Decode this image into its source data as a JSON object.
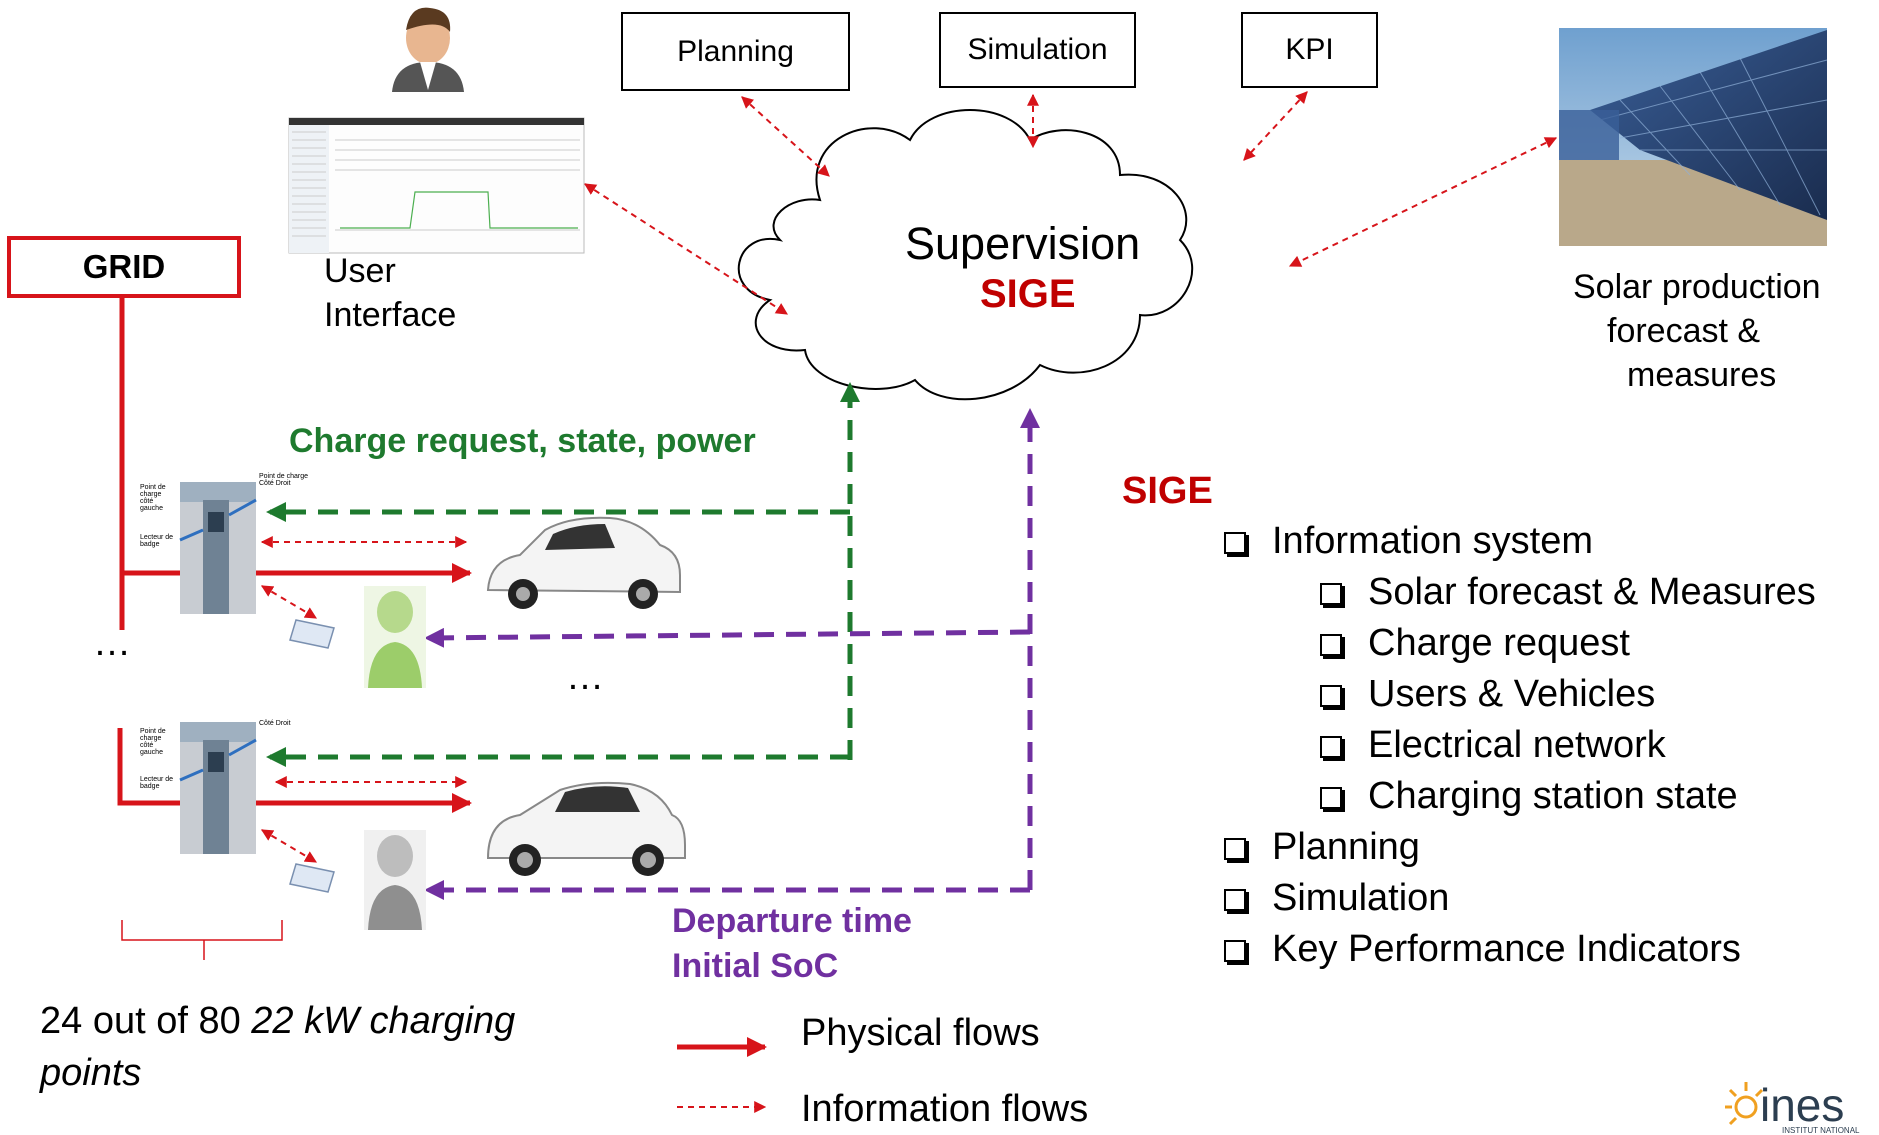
{
  "boxes": {
    "planning": "Planning",
    "simulation": "Simulation",
    "kpi": "KPI",
    "grid": "GRID"
  },
  "cloud": {
    "line1": "Supervision",
    "line2": "SIGE"
  },
  "user_interface": {
    "line1": "User",
    "line2": "Interface"
  },
  "solar": {
    "line1": "Solar production",
    "line2": "forecast &",
    "line3": "measures"
  },
  "flows": {
    "charge_request": "Charge request, state, power",
    "departure_line1": "Departure time",
    "departure_line2": "Initial SoC"
  },
  "station_labels": {
    "left_point": "Point de charge côté gauche",
    "right_point_top": "Point de charge Côté Droit",
    "right_point_bottom": "Côté Droit",
    "badge_reader": "Lecteur de badge"
  },
  "ellipsis_left": "…",
  "ellipsis_mid": "…",
  "charging_points": {
    "part1": "24 out of 80 ",
    "part2": "22 kW charging",
    "part3": "points"
  },
  "legend": {
    "physical": "Physical flows",
    "information": "Information flows"
  },
  "sige_list": {
    "title": "SIGE",
    "items": [
      {
        "label": "Information system",
        "level": 0
      },
      {
        "label": "Solar forecast & Measures",
        "level": 1
      },
      {
        "label": "Charge request",
        "level": 1
      },
      {
        "label": "Users & Vehicles",
        "level": 1
      },
      {
        "label": "Electrical network",
        "level": 1
      },
      {
        "label": "Charging station state",
        "level": 1
      },
      {
        "label": "Planning",
        "level": 0
      },
      {
        "label": "Simulation",
        "level": 0
      },
      {
        "label": "Key Performance Indicators",
        "level": 0
      }
    ]
  },
  "logo": {
    "text": "ines",
    "subtext": "INSTITUT NATIONAL"
  },
  "colors": {
    "red": "#d7141a",
    "dark_red": "#c00000",
    "green": "#1e7a2e",
    "purple": "#7030a0",
    "solar_blue": "#2c4a7c",
    "sky": "#8fb8dc"
  },
  "icons": [
    "user-avatar-icon",
    "screenshot-thumbnail",
    "solar-panel-photo",
    "charging-station-photo",
    "car-photo",
    "badge-card-icon",
    "person-icon"
  ]
}
